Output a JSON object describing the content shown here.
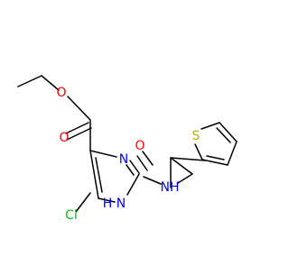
{
  "molecule": {
    "atom_labels": {
      "o_ester_single": "O",
      "o_ester_carbonyl": "O",
      "n_ring_upper": "N",
      "nh_ring": "N",
      "nh_ring_h": "H",
      "cl": "Cl",
      "nh_amide": "NH",
      "o_amide": "O",
      "s_thiophene": "S"
    },
    "colors": {
      "bond": "#000000",
      "oxygen": "#ff0000",
      "nitrogen": "#0000ff",
      "chlorine": "#00cc00",
      "sulfur": "#b3b300"
    }
  }
}
